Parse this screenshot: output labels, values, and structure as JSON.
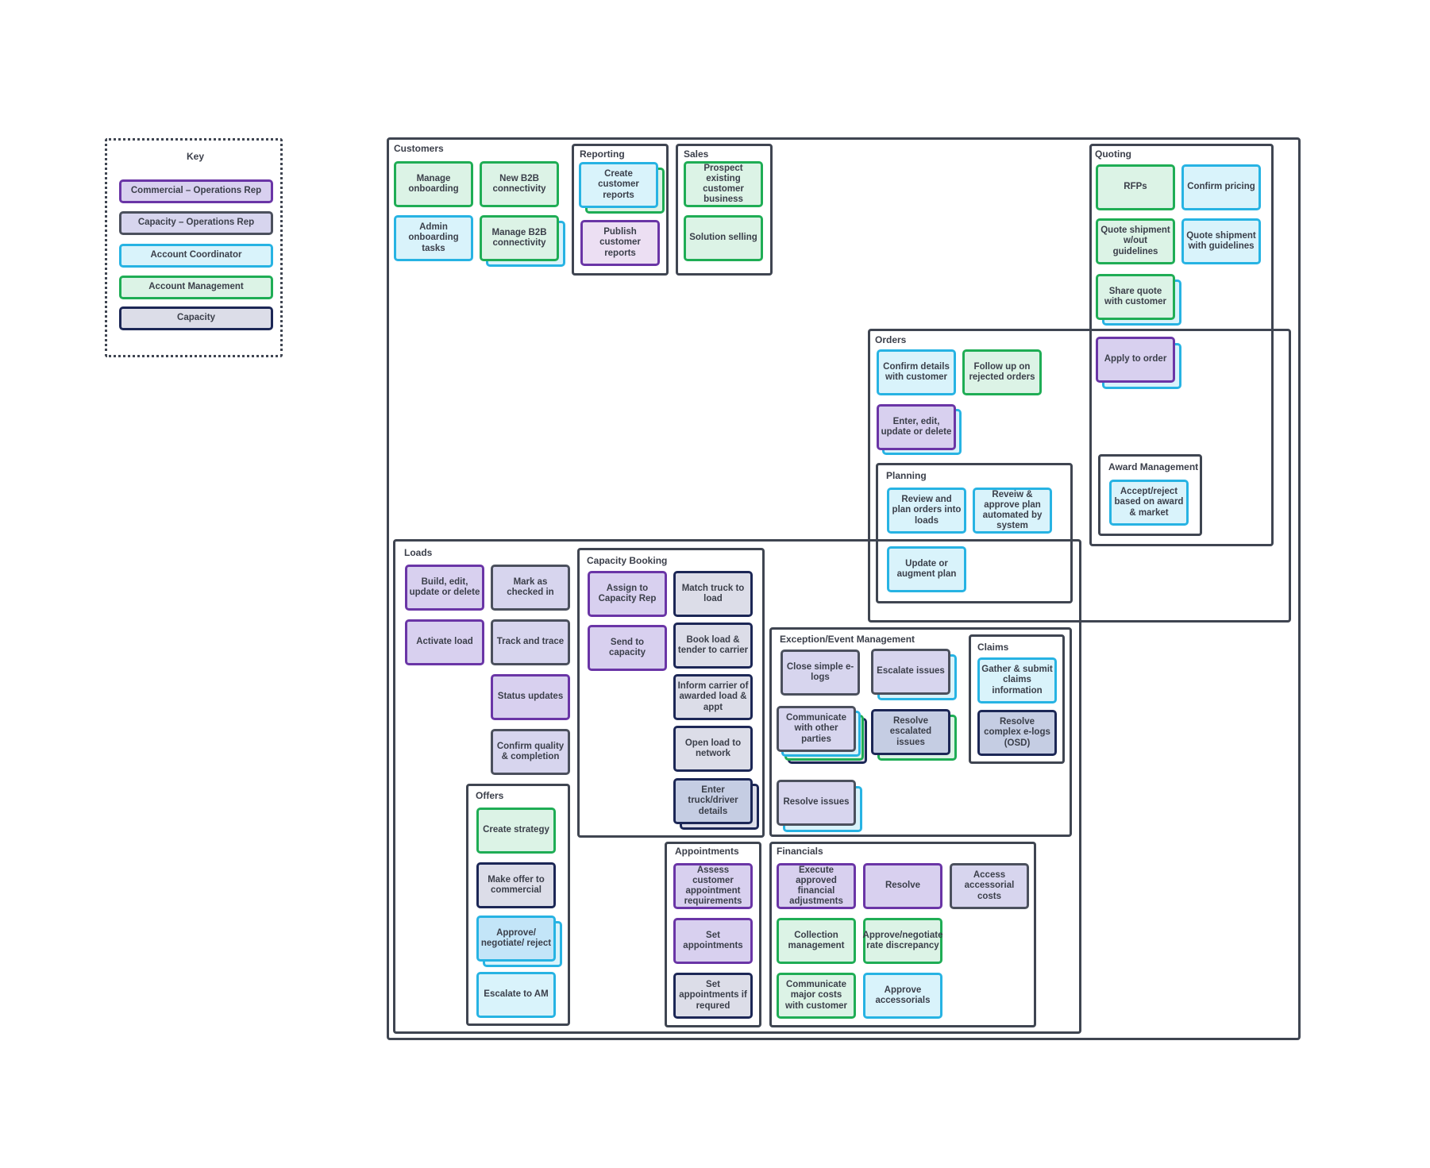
{
  "key": {
    "title": "Key",
    "items": [
      {
        "label": "Commercial – Operations Rep",
        "role": "purple"
      },
      {
        "label": "Capacity – Operations Rep",
        "role": "lav"
      },
      {
        "label": "Account Coordinator",
        "role": "cyan"
      },
      {
        "label": "Account Management",
        "role": "green"
      },
      {
        "label": "Capacity",
        "role": "navy"
      }
    ]
  },
  "colors": {
    "commercial_ops_rep": "#6a35a6",
    "capacity_ops_rep": "#4b505d",
    "account_coordinator": "#27b3e3",
    "account_management": "#1fad55",
    "capacity": "#1c2756"
  },
  "groups": {
    "customers": "Customers",
    "reporting": "Reporting",
    "sales": "Sales",
    "quoting": "Quoting",
    "orders": "Orders",
    "award": "Award Management",
    "planning": "Planning",
    "loads": "Loads",
    "capacity_booking": "Capacity Booking",
    "exception": "Exception/Event Management",
    "claims": "Claims",
    "offers": "Offers",
    "appointments": "Appointments",
    "financials": "Financials"
  },
  "cards": {
    "manage_onboarding": "Manage onboarding",
    "new_b2b": "New B2B connectivity",
    "admin_onboarding": "Admin onboarding tasks",
    "manage_b2b": "Manage B2B connectivity",
    "create_reports": "Create customer reports",
    "publish_reports": "Publish customer reports",
    "prospect": "Prospect existing customer business",
    "solution_selling": "Solution selling",
    "rfps": "RFPs",
    "confirm_pricing": "Confirm pricing",
    "quote_wo": "Quote shipment w/out guidelines",
    "quote_with": "Quote shipment with guidelines",
    "share_quote": "Share quote with customer",
    "apply_order": "Apply to order",
    "confirm_details": "Confirm details with customer",
    "follow_up": "Follow up on rejected orders",
    "enter_edit": "Enter, edit, update or delete",
    "accept_reject": "Accept/reject based on award & market",
    "review_plan": "Review and plan orders into loads",
    "reveiw_approve": "Reveiw & approve plan automated by system",
    "update_plan": "Update or augment plan",
    "build_edit": "Build, edit, update or delete",
    "mark_checked": "Mark as checked in",
    "activate_load": "Activate load",
    "track_trace": "Track and trace",
    "status_updates": "Status updates",
    "confirm_quality": "Confirm quality & completion",
    "assign_capacity": "Assign to Capacity Rep",
    "match_truck": "Match truck to load",
    "send_capacity": "Send to capacity",
    "book_load": "Book load & tender to carrier",
    "inform_carrier": "Inform carrier of awarded load & appt",
    "open_load": "Open load to network",
    "enter_truck": "Enter truck/driver details",
    "close_simple": "Close simple e-logs",
    "escalate_issues": "Escalate issues",
    "communicate_parties": "Communicate with other parties",
    "resolve_escalated": "Resolve escalated issues",
    "resolve_issues": "Resolve issues",
    "gather_claims": "Gather & submit claims information",
    "resolve_complex": "Resolve complex e-logs (OSD)",
    "create_strategy": "Create strategy",
    "make_offer": "Make offer to commercial",
    "approve_negotiate": "Approve/ negotiate/ reject",
    "escalate_am": "Escalate to AM",
    "assess_appt": "Assess customer appointment requirements",
    "set_appt": "Set appointments",
    "set_appt_req": "Set appointments if requred",
    "execute_fin": "Execute approved financial adjustments",
    "resolve": "Resolve",
    "access_costs": "Access accessorial costs",
    "collection": "Collection management",
    "approve_rate": "Approve/negotiate rate discrepancy",
    "communicate_costs": "Communicate major costs with customer",
    "approve_access": "Approve accessorials"
  }
}
